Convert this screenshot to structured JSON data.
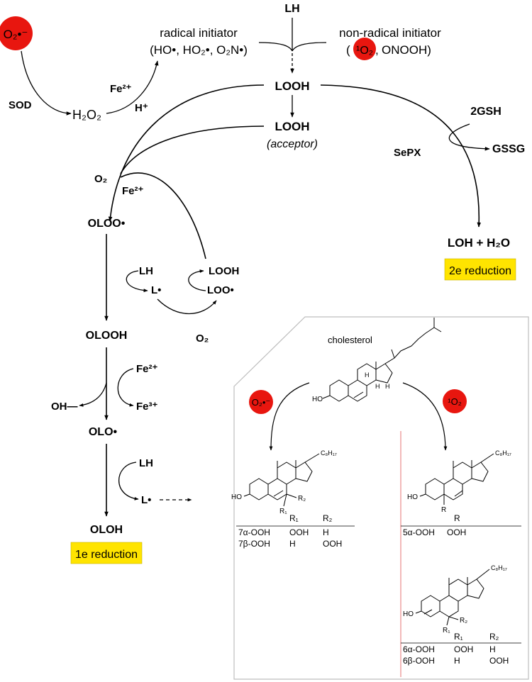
{
  "colors": {
    "radical_circle": "#e8160f",
    "reduction_box": "#ffe400",
    "panel_border": "#bdbdbd",
    "divider": "#e05050",
    "text": "#000000"
  },
  "superoxide": "O₂•⁻",
  "singlet_oxygen": "¹O₂",
  "top": {
    "lh": "LH",
    "radical_initiator_title": "radical initiator",
    "radical_initiator_species": "(HO•, HO₂•, O₂N•)",
    "nonradical_initiator_title": "non-radical initiator",
    "nonradical_initiator_species": "ONOOH)",
    "paren_open": "(",
    "comma": ","
  },
  "sod": {
    "label": "SOD",
    "h2o2": "H₂O₂",
    "fe2": "Fe²⁺",
    "hplus": "H⁺"
  },
  "center": {
    "looh": "LOOH",
    "looh_acceptor": "LOOH",
    "acceptor_note": "(acceptor)",
    "o2": "O₂",
    "fe2": "Fe²⁺"
  },
  "two_e": {
    "gsh": "2GSH",
    "gssg": "GSSG",
    "sepx": "SePX",
    "product": "LOH + H₂O",
    "label": "2e reduction"
  },
  "chain": {
    "oloo": "OLOO•",
    "lh": "LH",
    "looh": "LOOH",
    "l_radical": "L•",
    "loo_radical": "LOO•",
    "o2": "O₂",
    "olooh": "OLOOH",
    "fe2": "Fe²⁺",
    "fe3": "Fe³⁺",
    "oh": "OH—",
    "olo": "OLO•",
    "lh2": "LH",
    "l_radical2": "L•",
    "oloh": "OLOH",
    "label": "1e reduction"
  },
  "panel": {
    "cholesterol": "cholesterol",
    "ho": "HO",
    "h": "H",
    "c8h17": "C₈H₁₇",
    "r1": "R₁",
    "r2": "R₂",
    "r": "R",
    "table7": {
      "headers": [
        "R₁",
        "R₂"
      ],
      "rows": [
        [
          "7α-OOH",
          "OOH",
          "H"
        ],
        [
          "7β-OOH",
          "H",
          "OOH"
        ]
      ]
    },
    "table5": {
      "headers": [
        "R"
      ],
      "rows": [
        [
          "5α-OOH",
          "OOH"
        ]
      ]
    },
    "table6": {
      "headers": [
        "R₁",
        "R₂"
      ],
      "rows": [
        [
          "6α-OOH",
          "OOH",
          "H"
        ],
        [
          "6β-OOH",
          "H",
          "OOH"
        ]
      ]
    }
  }
}
